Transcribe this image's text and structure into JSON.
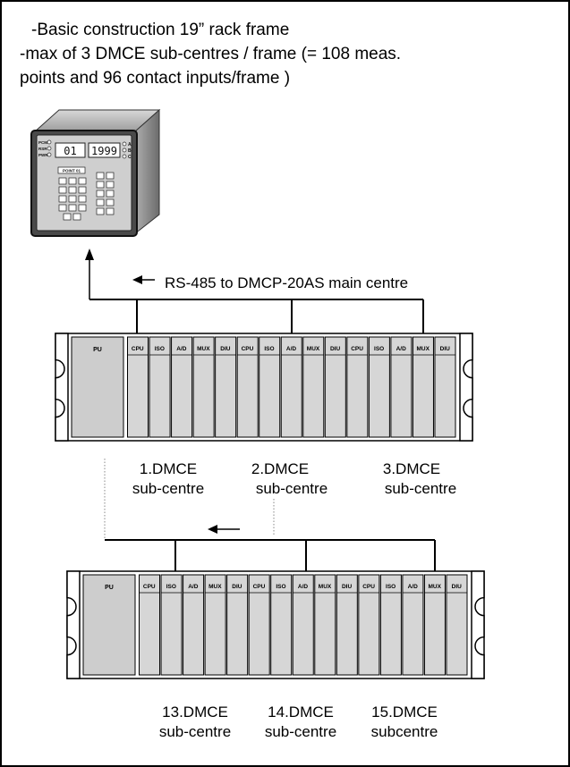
{
  "intro": {
    "line1": "-Basic construction 19” rack frame",
    "line2": "-max of 3 DMCE sub-centres / frame (= 108 meas.",
    "line3": " points and 96 contact inputs/frame )"
  },
  "device": {
    "leds_left": [
      "PCM",
      "RSR",
      "PWR"
    ],
    "display_left": "01",
    "display_right": "1999",
    "leds_right": [
      "A",
      "B",
      "C"
    ],
    "point_label": "POINT 01"
  },
  "bus_label": "RS-485 to DMCP-20AS main centre",
  "rack1": {
    "pu_label": "PU",
    "modules": [
      "CPU",
      "ISO",
      "A/D",
      "MUX",
      "DIU",
      "CPU",
      "ISO",
      "A/D",
      "MUX",
      "DIU",
      "CPU",
      "ISO",
      "A/D",
      "MUX",
      "DIU"
    ]
  },
  "rack1_labels": [
    {
      "line1": "1.DMCE",
      "line2": "sub-centre"
    },
    {
      "line1": "2.DMCE",
      "line2": "sub-centre"
    },
    {
      "line1": "3.DMCE",
      "line2": "sub-centre"
    }
  ],
  "rack2": {
    "pu_label": "PU",
    "modules": [
      "CPU",
      "ISO",
      "A/D",
      "MUX",
      "DIU",
      "CPU",
      "ISO",
      "A/D",
      "MUX",
      "DIU",
      "CPU",
      "ISO",
      "A/D",
      "MUX",
      "DIU"
    ]
  },
  "rack2_labels": [
    {
      "line1": "13.DMCE",
      "line2": "sub-centre"
    },
    {
      "line1": "14.DMCE",
      "line2": "sub-centre"
    },
    {
      "line1": "15.DMCE",
      "line2": "subcentre"
    }
  ]
}
